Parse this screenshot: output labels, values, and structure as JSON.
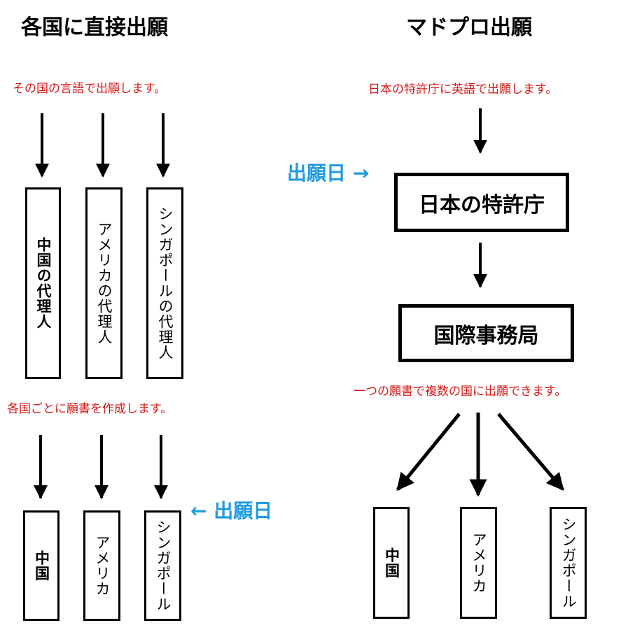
{
  "left": {
    "title": "各国に直接出願",
    "note_language": "その国の言語で出願します。",
    "agents": [
      "中国の代理人",
      "アメリカの代理人",
      "シンガポールの代理人"
    ],
    "note_applications": "各国ごとに願書を作成します。",
    "countries": [
      "中国",
      "アメリカ",
      "シンガポール"
    ],
    "filing_date_label": "出願日",
    "filing_date_arrow": "←"
  },
  "right": {
    "title": "マドプロ出願",
    "note_language": "日本の特許庁に英語で出願します。",
    "filing_date_label": "出願日",
    "filing_date_arrow": "→",
    "office": "日本の特許庁",
    "bureau": "国際事務局",
    "note_designation": "一つの願書で複数の国に出願できます。",
    "countries": [
      "中国",
      "アメリカ",
      "シンガポール"
    ]
  },
  "colors": {
    "note_red": "#d21a1a",
    "filing_date_blue": "#1f9be0",
    "line": "#000000"
  }
}
